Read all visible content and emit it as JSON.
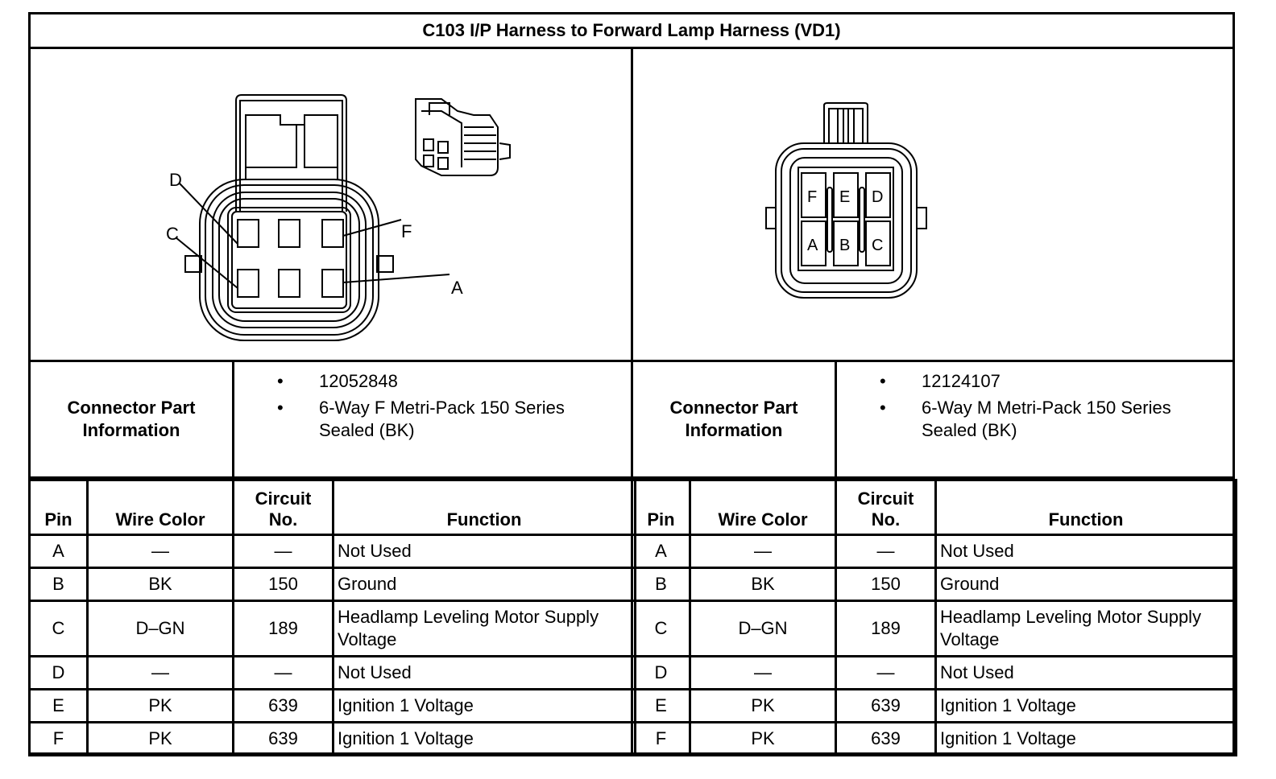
{
  "title": "C103 I/P Harness to Forward Lamp Harness (VD1)",
  "left": {
    "diagram_labels": {
      "d": "D",
      "c": "C",
      "f": "F",
      "a": "A"
    },
    "info_label_line1": "Connector Part",
    "info_label_line2": "Information",
    "part_number": "12052848",
    "description_line1": "6-Way F Metri-Pack 150 Series",
    "description_line2": "Sealed (BK)",
    "headers": {
      "pin": "Pin",
      "wire_color": "Wire Color",
      "circuit_line1": "Circuit",
      "circuit_line2": "No.",
      "function": "Function"
    },
    "rows": [
      {
        "pin": "A",
        "wire": "—",
        "circuit": "—",
        "function": "Not Used"
      },
      {
        "pin": "B",
        "wire": "BK",
        "circuit": "150",
        "function": "Ground"
      },
      {
        "pin": "C",
        "wire": "D–GN",
        "circuit": "189",
        "function": "Headlamp Leveling Motor Supply Voltage"
      },
      {
        "pin": "D",
        "wire": "—",
        "circuit": "—",
        "function": "Not Used"
      },
      {
        "pin": "E",
        "wire": "PK",
        "circuit": "639",
        "function": "Ignition 1 Voltage"
      },
      {
        "pin": "F",
        "wire": "PK",
        "circuit": "639",
        "function": "Ignition 1 Voltage"
      }
    ]
  },
  "right": {
    "diagram_labels": {
      "f": "F",
      "e": "E",
      "d": "D",
      "a": "A",
      "b": "B",
      "c": "C"
    },
    "info_label_line1": "Connector Part",
    "info_label_line2": "Information",
    "part_number": "12124107",
    "description_line1": "6-Way M Metri-Pack 150 Series",
    "description_line2": "Sealed (BK)",
    "headers": {
      "pin": "Pin",
      "wire_color": "Wire Color",
      "circuit_line1": "Circuit",
      "circuit_line2": "No.",
      "function": "Function"
    },
    "rows": [
      {
        "pin": "A",
        "wire": "—",
        "circuit": "—",
        "function": "Not Used"
      },
      {
        "pin": "B",
        "wire": "BK",
        "circuit": "150",
        "function": "Ground"
      },
      {
        "pin": "C",
        "wire": "D–GN",
        "circuit": "189",
        "function": "Headlamp Leveling Motor Supply Voltage"
      },
      {
        "pin": "D",
        "wire": "—",
        "circuit": "—",
        "function": "Not Used"
      },
      {
        "pin": "E",
        "wire": "PK",
        "circuit": "639",
        "function": "Ignition 1 Voltage"
      },
      {
        "pin": "F",
        "wire": "PK",
        "circuit": "639",
        "function": "Ignition 1 Voltage"
      }
    ]
  }
}
